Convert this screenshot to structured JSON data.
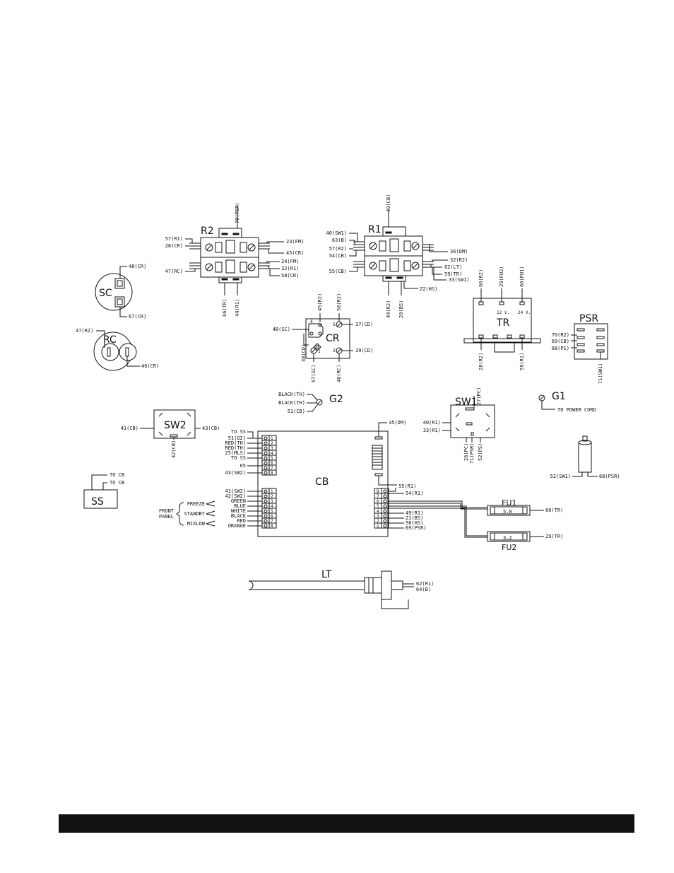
{
  "components": {
    "r2": {
      "name": "R2",
      "left": [
        "57(R1)",
        "28(CR)",
        "47(RC)"
      ],
      "right": [
        "23(FM)",
        "45(CR)",
        "24(FM)",
        "32(R1)",
        "58(CR)"
      ],
      "top": [
        "70(PSR)"
      ],
      "bottom": [
        "66(TR)",
        "44(R1)"
      ]
    },
    "r1": {
      "name": "R1",
      "left": [
        "40(SW1)",
        "63(B)",
        "57(R2)",
        "54(CB)",
        "55(CB)"
      ],
      "right": [
        "36(DM)",
        "32(R2)",
        "62(LT)",
        "59(TR)",
        "33(SW1)"
      ],
      "top": [
        "49(CB)"
      ],
      "bottom": [
        "44(R2)",
        "20(BS)",
        "22(HS)"
      ]
    },
    "sc": {
      "name": "SC",
      "wires": [
        "48(CR)",
        "67(CR)"
      ]
    },
    "rc": {
      "name": "RC",
      "wires": [
        "47(R2)",
        "46(CR)"
      ]
    },
    "cr": {
      "name": "CR",
      "left": [
        "48(SC)",
        "38(CD)"
      ],
      "top": [
        "45(R2)",
        "58(R2)"
      ],
      "right": [
        "37(CD)",
        "39(CD)"
      ],
      "bottom": [
        "67(SC)",
        "46(RC)"
      ],
      "terminals": [
        "4",
        "5",
        "1",
        "2"
      ]
    },
    "tr": {
      "name": "TR",
      "top": [
        "66(R2)",
        "29(FU2)",
        "60(FU1)"
      ],
      "bottom": [
        "28(R2)",
        "59(R1)"
      ],
      "voltages": [
        "12 V.",
        "24 V."
      ]
    },
    "psr": {
      "name": "PSR",
      "wires": [
        "70(R2)",
        "69(CB)",
        "68(PS)"
      ],
      "bottom": [
        "71(SW1)"
      ]
    },
    "g2": {
      "name": "G2",
      "wires": [
        "BLACK(TH)",
        "BLACK(TH)",
        "51(CB)"
      ]
    },
    "g1": {
      "name": "G1",
      "note": "TO POWER CORD"
    },
    "sw2": {
      "name": "SW2",
      "left": "41(CB)",
      "right": "43(CB)",
      "bottom": "42(CB)"
    },
    "sw1": {
      "name": "SW1",
      "top": "27(PC)",
      "left": [
        "40(R1)",
        "33(R1)"
      ],
      "bottom": [
        "26(PC)",
        "71(PSR)",
        "52(PS)"
      ]
    },
    "ss": {
      "name": "SS",
      "wires": [
        "TO CB",
        "TO CB"
      ]
    },
    "cb": {
      "name": "CB",
      "top": "35(DM)",
      "upper_left": [
        "TO SS",
        "51(G2)",
        "RED(TH)",
        "RED(TH)",
        "25(MLS)",
        "TO SS",
        "65",
        "43(SW2)"
      ],
      "lower_left": [
        "41(SW2)",
        "42(SW2)",
        "GREEN",
        "BLUE",
        "WHITE",
        "BLACK",
        "RED",
        "ORANGE"
      ],
      "right": [
        "55(R1)",
        "54(R1)",
        "49(R1)",
        "21(BS)",
        "56(HS)",
        "69(PSR)"
      ],
      "pins": [
        "1",
        "2",
        "3",
        "4",
        "5",
        "6",
        "7",
        "8"
      ],
      "right_pins": [
        "8",
        "7",
        "6",
        "5",
        "4",
        "3",
        "2",
        "1"
      ],
      "groups": [
        "FREEZE",
        "STANDBY",
        "MIXLOW"
      ],
      "panel": [
        "FRONT",
        "PANEL"
      ]
    },
    "fu1": {
      "name": "FU1",
      "rating": "5.0",
      "wire": "60(TR)"
    },
    "fu2": {
      "name": "FU2",
      "rating": "3.2",
      "wire": "29(TR)"
    },
    "ps": {
      "wires": [
        "52(SW1)",
        "68(PSR)"
      ]
    },
    "lt": {
      "name": "LT",
      "wires": [
        "62(R1)",
        "64(B)"
      ]
    }
  }
}
